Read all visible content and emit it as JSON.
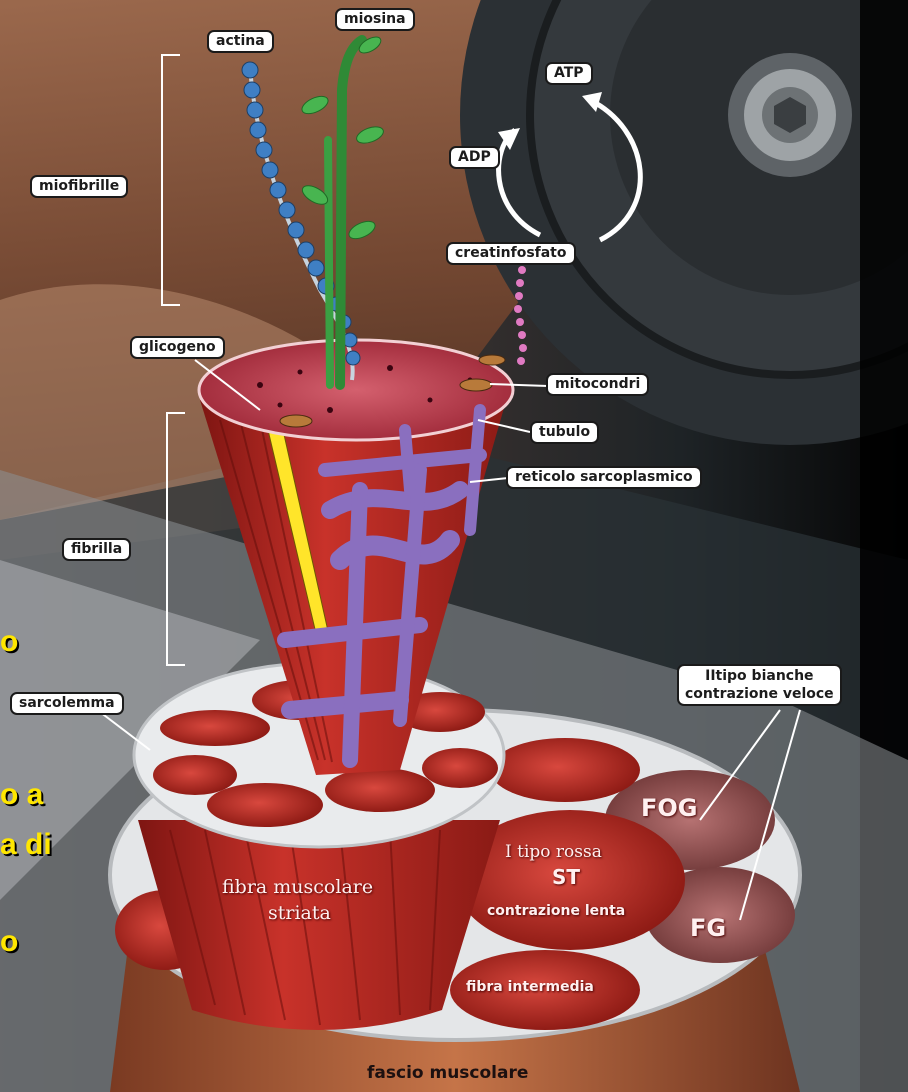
{
  "labels": {
    "actina": "actina",
    "miosina": "miosina",
    "atp": "ATP",
    "adp": "ADP",
    "creatinfosfato": "creatinfosfato",
    "miofibrille": "miofibrille",
    "glicogeno": "glicogeno",
    "mitocondri": "mitocondri",
    "tubulo": "tubulo",
    "reticolo_sarcoplasmico": "reticolo sarcoplasmico",
    "fibrilla": "fibrilla",
    "sarcolemma": "sarcolemma",
    "tipo2_line1": "IItipo bianche",
    "tipo2_line2": "contrazione veloce"
  },
  "inner_labels": {
    "fibra_line1": "fibra muscolare",
    "fibra_line2": "striata",
    "fog": "FOG",
    "fg": "FG",
    "tipo1_line1": "I tipo rossa",
    "tipo1_line2": "ST",
    "tipo1_line3": "contrazione lenta",
    "intermedia": "fibra intermedia",
    "fascio": "fascio muscolare"
  },
  "cropped_text": {
    "t1": "o",
    "t2": "o a",
    "t3": "a di",
    "t4": "o"
  },
  "colors": {
    "muscle_red": "#b3241f",
    "reticulum_purple": "#8a6fbf",
    "myosin_green": "#3aa043",
    "actin_blue": "#3f7fc4",
    "highlight_yellow": "#ffe600"
  }
}
